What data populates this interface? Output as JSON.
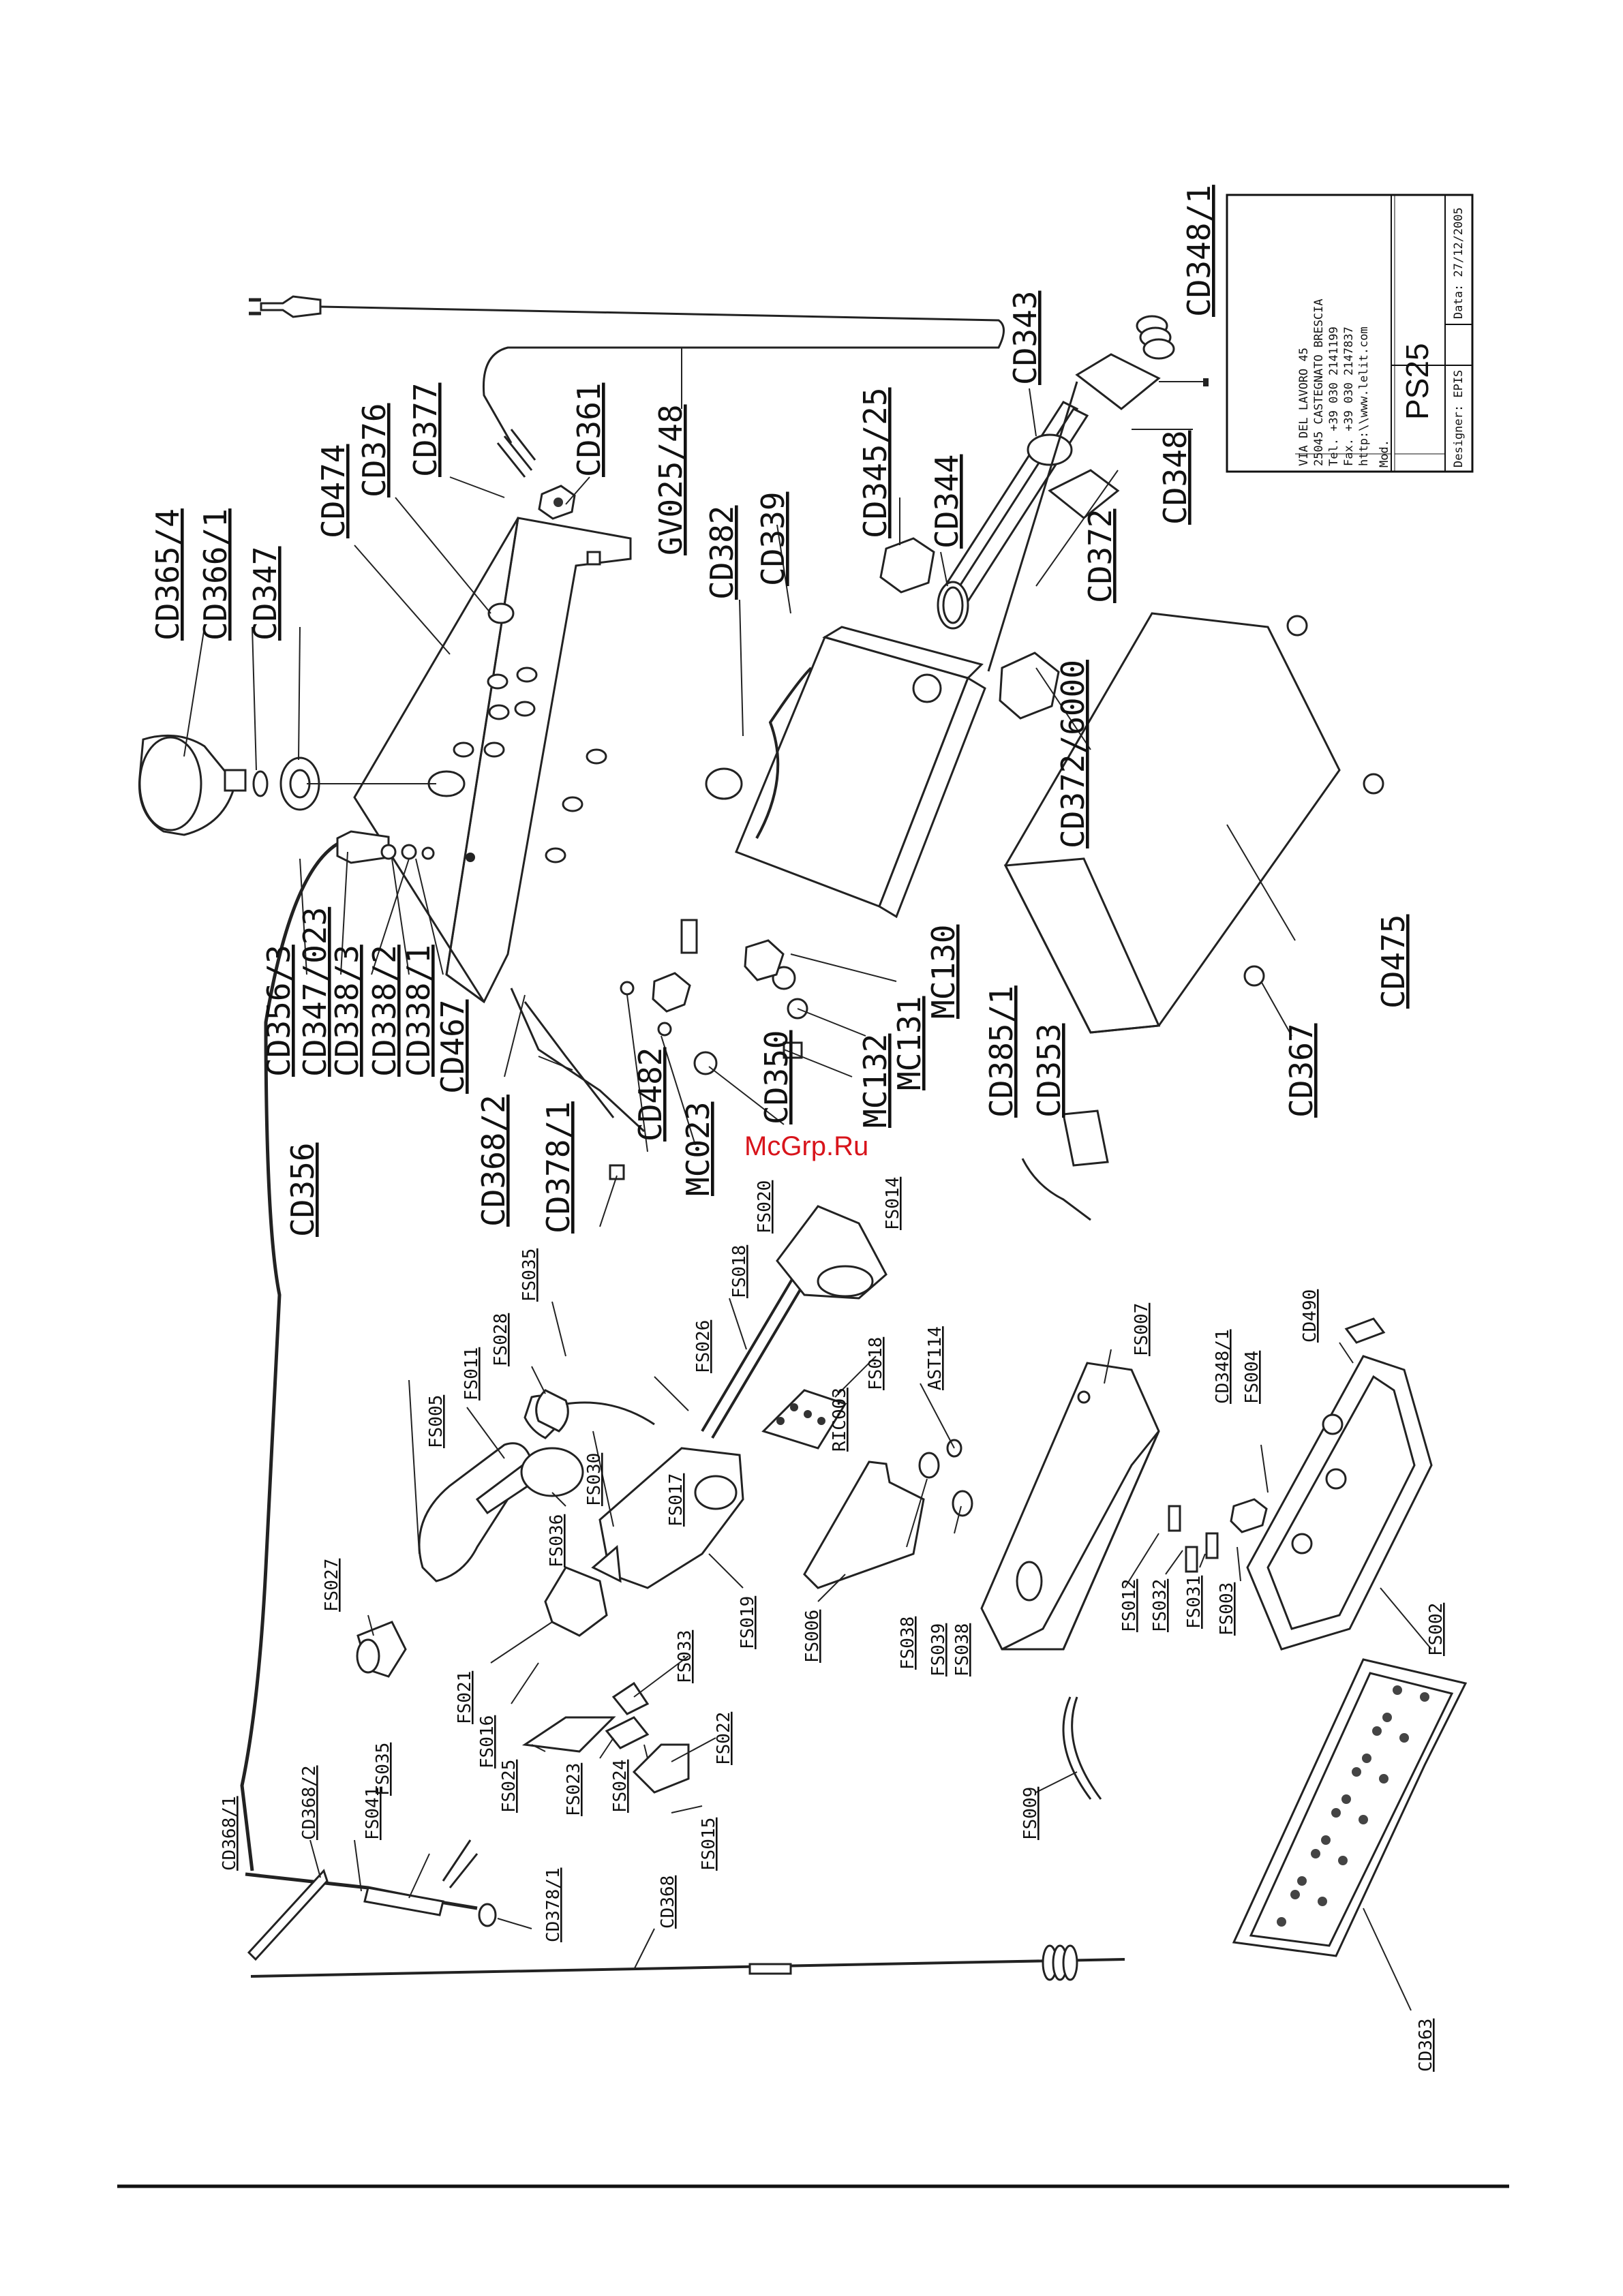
{
  "watermark": "McGrp.Ru",
  "title_block": {
    "company_lines": [
      "VIA DEL LAVORO 45",
      "25045 CASTEGNATO BRESCIA",
      "Tel. +39 030 2141199",
      "Fax. +39 030 2147837",
      "http:\\\\www.lelit.com"
    ],
    "mod_label": "Mod.",
    "model": "PS25",
    "designer": "Designer: EPIS",
    "date": "Data: 27/12/2005"
  },
  "labels": {
    "cd365_4": "CD365/4",
    "cd366_1": "CD366/1",
    "cd347": "CD347",
    "cd474": "CD474",
    "cd376": "CD376",
    "cd377": "CD377",
    "cd361": "CD361",
    "gv025_48": "GV025/48",
    "cd382": "CD382",
    "cd339": "CD339",
    "cd345_25": "CD345/25",
    "cd344": "CD344",
    "cd343": "CD343",
    "cd348_1": "CD348/1",
    "cd348": "CD348",
    "cd372": "CD372",
    "cd372_6000": "CD372/6000",
    "cd475": "CD475",
    "cd367": "CD367",
    "mc130": "MC130",
    "mc131": "MC131",
    "mc132": "MC132",
    "cd350": "CD350",
    "cd385_1": "CD385/1",
    "cd353": "CD353",
    "mc023": "MC023",
    "cd482": "CD482",
    "cd378_1": "CD378/1",
    "cd368_2": "CD368/2",
    "cd467": "CD467",
    "cd338_1": "CD338/1",
    "cd338_2": "CD338/2",
    "cd338_3": "CD338/3",
    "cd347_023": "CD347/023",
    "cd356_3": "CD356/3",
    "cd356": "CD356",
    "fs005": "FS005",
    "fs011": "FS011",
    "fs028": "FS028",
    "fs035a": "FS035",
    "fs026": "FS026",
    "fs018a": "FS018",
    "fs020": "FS020",
    "fs014": "FS014",
    "ric003": "RIC003",
    "fs018b": "FS018",
    "ast114": "AST114",
    "fs007": "FS007",
    "cd348_1b": "CD348/1",
    "fs004": "FS004",
    "cd490": "CD490",
    "fs030": "FS030",
    "fs036": "FS036",
    "fs017": "FS017",
    "fs019": "FS019",
    "fs006": "FS006",
    "fs038a": "FS038",
    "fs039": "FS039",
    "fs038b": "FS038",
    "fs012": "FS012",
    "fs032": "FS032",
    "fs031": "FS031",
    "fs003": "FS003",
    "fs002": "FS002",
    "fs027": "FS027",
    "fs035b": "FS035",
    "fs021": "FS021",
    "fs016": "FS016",
    "fs033": "FS033",
    "fs025": "FS025",
    "fs023": "FS023",
    "fs024": "FS024",
    "fs022": "FS022",
    "fs015": "FS015",
    "fs009": "FS009",
    "cd368_1": "CD368/1",
    "cd368_2b": "CD368/2",
    "fs041": "FS041",
    "cd378_1b": "CD378/1",
    "cd368": "CD368",
    "cd363": "CD363"
  }
}
